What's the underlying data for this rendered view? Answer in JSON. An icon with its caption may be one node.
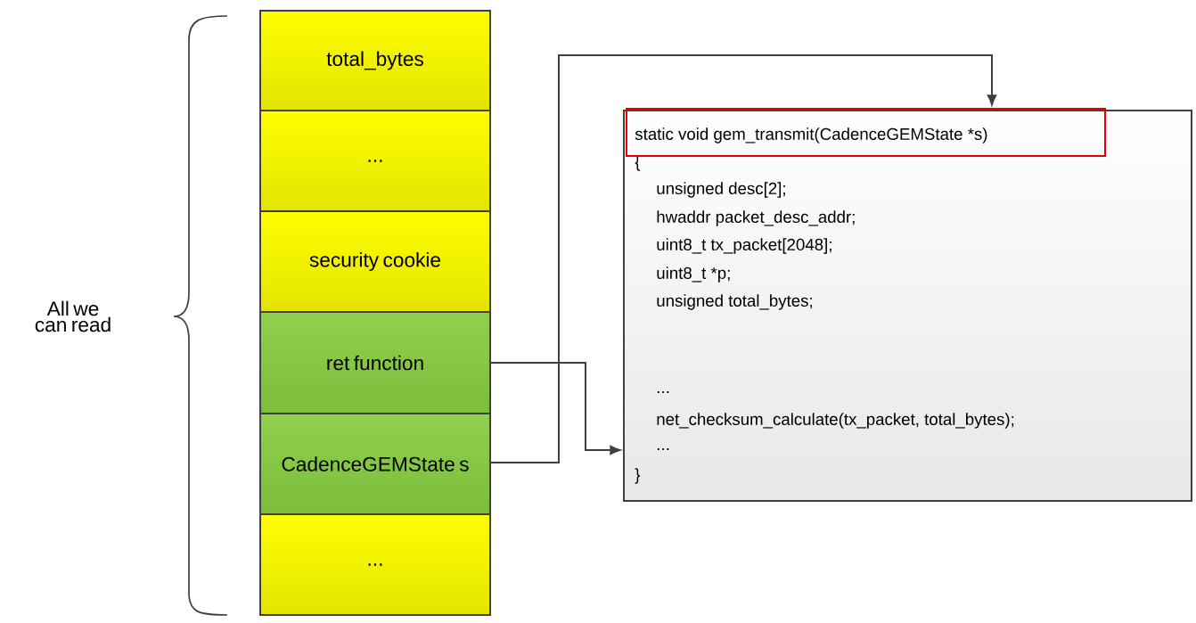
{
  "diagram": {
    "nodes": [
      {
        "text": [
          "total_bytes"
        ]
      },
      {
        "text": [
          "..."
        ]
      },
      {
        "text": [
          "security cookie"
        ]
      },
      {
        "text": [
          "ret function"
        ]
      },
      {
        "text": [
          "CadenceGEMState s"
        ]
      },
      {
        "text": [
          "..."
        ]
      },
      {
        "text": [
          "{",
          "unsigned desc[2];",
          "hwaddr packet_desc_addr;",
          "uint8_t tx_packet[2048];",
          "uint8_t *p;",
          "unsigned total_bytes;",
          "...",
          "net_checksum_calculate(tx_packet, total_bytes);",
          "...",
          "}"
        ]
      },
      {
        "text": [
          "static void gem_transmit(CadenceGEMState *s)"
        ],
        "in": 6
      }
    ],
    "edges": [
      {
        "from": 3,
        "to": 6,
        "arrow": "to"
      },
      {
        "from": 4,
        "to": 7,
        "arrow": "to"
      }
    ],
    "labels": [
      "All we can read"
    ]
  }
}
